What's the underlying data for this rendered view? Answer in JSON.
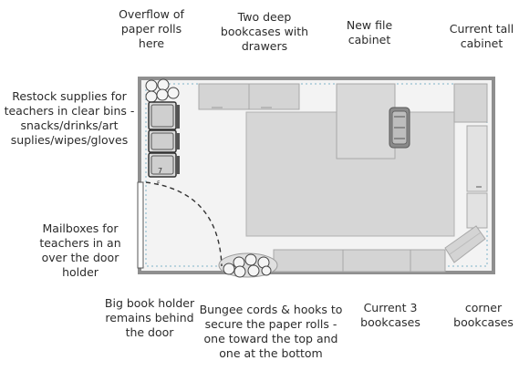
{
  "labels": {
    "overflow_paper_rolls": "Overflow of\npaper rolls\nhere",
    "deep_bookcases": "Two deep\nbookcases with\ndrawers",
    "new_file_cabinet": "New file\ncabinet",
    "current_tall_cabinet": "Current tall\ncabinet",
    "restock_supplies": "Restock supplies for\nteachers in clear bins -\nsnacks/drinks/art\nsuplies/wipes/gloves",
    "mailboxes": "Mailboxes for\nteachers in an\nover the door\nholder",
    "big_book_holder": "Big book holder\nremains behind\nthe door",
    "bungee_cords": "Bungee cords & hooks to\nsecure the paper rolls -\none toward the top and\none at the bottom",
    "current_3_bookcases": "Current 3\nbookcases",
    "corner_bookcases": "corner\nbookcases"
  },
  "plan": {
    "bin_marks": [
      "7",
      "F"
    ]
  },
  "colors": {
    "wall": "#8f8f8f",
    "floor": "#f3f3f3",
    "furniture": "#d4d4d4",
    "furniture_stroke": "#a8a8a8",
    "dotted_line": "#7fb3c8",
    "text": "#2b2b2b"
  }
}
